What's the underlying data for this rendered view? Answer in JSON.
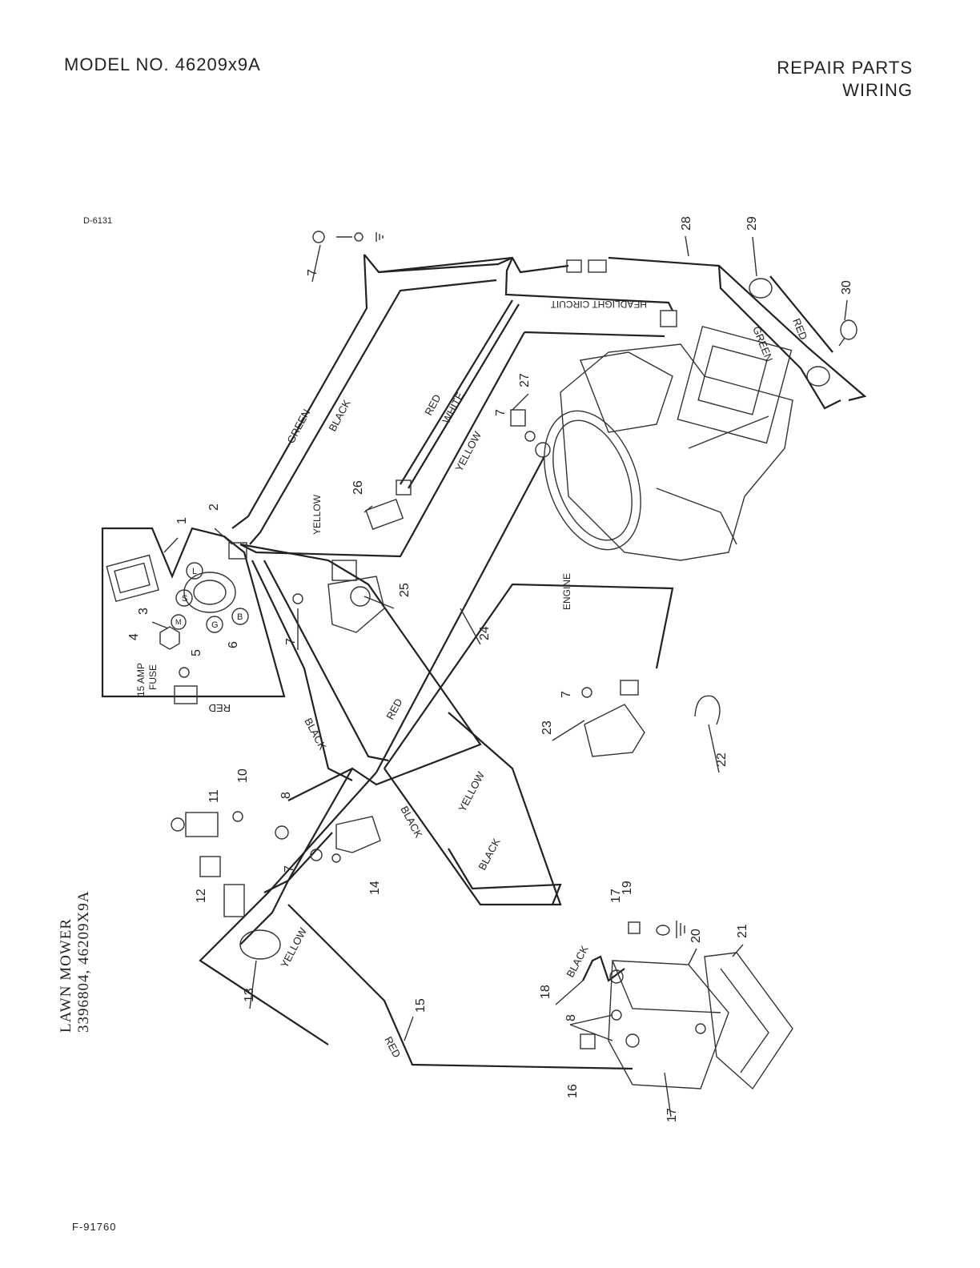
{
  "header": {
    "model_label": "MODEL NO. 46209x9A",
    "title_line1": "REPAIR PARTS",
    "title_line2": "WIRING"
  },
  "side_title": {
    "line1": "LAWN MOWER",
    "line2": "3396804, 46209X9A"
  },
  "drawing_code": "D-6131",
  "figure_code": "F-91760",
  "wire_labels": {
    "green_top": "GREEN",
    "black_top": "BLACK",
    "red_top": "RED",
    "white_top": "WHITE",
    "yellow_top": "YELLOW",
    "yellow_center": "YELLOW",
    "headlight": "HEADLIGHT CIRCUIT",
    "red_right": "RED",
    "green_right": "GREEN",
    "red_fuse": "RED",
    "black_mid": "BLACK",
    "red_mid": "RED",
    "yellow_mid": "YELLOW",
    "black_lower": "BLACK",
    "black_lower2": "BLACK",
    "yellow_low": "YELLOW",
    "red_low": "RED",
    "black_battery": "BLACK",
    "engine": "ENGINE",
    "fuse_line1": "15 AMP",
    "fuse_line2": "FUSE"
  },
  "switch_terminals": [
    "L",
    "S",
    "M",
    "G",
    "B"
  ],
  "part_numbers": [
    "1",
    "2",
    "3",
    "4",
    "5",
    "6",
    "7",
    "7",
    "7",
    "7",
    "7",
    "8",
    "8",
    "10",
    "11",
    "12",
    "13",
    "14",
    "15",
    "16",
    "17",
    "17",
    "18",
    "19",
    "20",
    "21",
    "22",
    "23",
    "24",
    "25",
    "26",
    "27",
    "28",
    "29",
    "30"
  ]
}
